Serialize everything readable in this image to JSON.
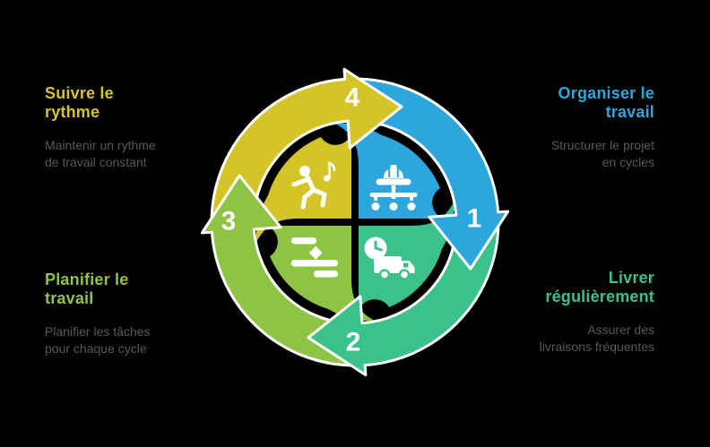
{
  "background": "#000000",
  "colors": {
    "yellow": "#d5c427",
    "blue": "#2ca6db",
    "lime": "#8ec343",
    "emerald": "#3ac28a",
    "text_gray": "#55585c",
    "outline": "#ffffff",
    "icon": "#ffffff"
  },
  "steps": [
    {
      "number": "1",
      "arrow_position": "right",
      "title_lines": [
        "Organiser le",
        "travail"
      ],
      "desc_lines": [
        "Structurer le projet",
        "en cycles"
      ],
      "color": "blue",
      "icon": "helmet-org-chart-icon"
    },
    {
      "number": "2",
      "arrow_position": "bottom",
      "title_lines": [
        "Livrer",
        "régulièrement"
      ],
      "desc_lines": [
        "Assurer des",
        "livraisons fréquentes"
      ],
      "color": "emerald",
      "icon": "delivery-truck-clock-icon"
    },
    {
      "number": "3",
      "arrow_position": "left",
      "title_lines": [
        "Planifier le",
        "travail"
      ],
      "desc_lines": [
        "Planifier les tâches",
        "pour chaque cycle"
      ],
      "color": "lime",
      "icon": "gantt-chart-icon"
    },
    {
      "number": "4",
      "arrow_position": "top",
      "title_lines": [
        "Suivre le",
        "rythme"
      ],
      "desc_lines": [
        "Maintenir un rythme",
        "de travail constant"
      ],
      "color": "yellow",
      "icon": "running-music-icon"
    }
  ]
}
